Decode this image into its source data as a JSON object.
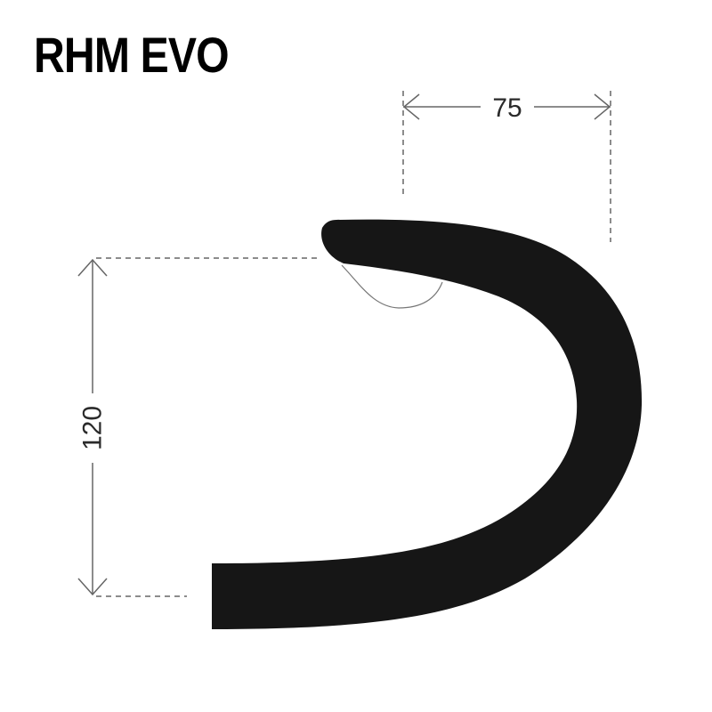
{
  "title": "RHM EVO",
  "dimensions": {
    "reach": "75",
    "drop": "120"
  },
  "colors": {
    "bar_fill": "#161616",
    "dimension_line": "#555555",
    "background": "#ffffff"
  }
}
